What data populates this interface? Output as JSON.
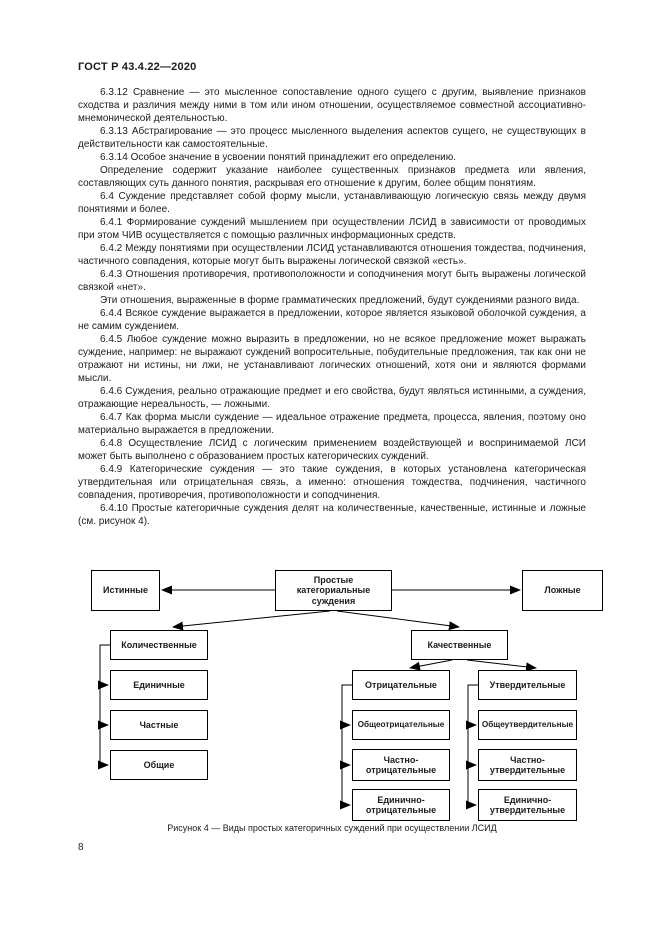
{
  "document": {
    "header": "ГОСТ Р 43.4.22—2020",
    "page_number": "8",
    "paragraphs": [
      "6.3.12 Сравнение — это мысленное сопоставление одного сущего с другим, выявление признаков сходства и различия между ними в том или ином отношении, осуществляемое совместной ассоциативно-мнемонической деятельностью.",
      "6.3.13 Абстрагирование — это процесс мысленного выделения аспектов сущего, не существующих в действительности как самостоятельные.",
      "6.3.14 Особое значение в усвоении понятий принадлежит его определению.",
      "Определение содержит указание наиболее существенных признаков предмета или явления, составляющих суть данного понятия, раскрывая его отношение к другим, более общим понятиям.",
      "6.4 Суждение представляет собой форму мысли, устанавливающую логическую связь между двумя понятиями и более.",
      "6.4.1 Формирование суждений мышлением при осуществлении ЛСИД в зависимости от проводимых при этом ЧИВ осуществляется с помощью различных информационных средств.",
      "6.4.2 Между понятиями при осуществлении ЛСИД устанавливаются отношения тождества, подчинения, частичного совпадения, которые могут быть выражены логической связкой «есть».",
      "6.4.3 Отношения противоречия, противоположности и соподчинения могут быть выражены логической связкой «нет».",
      "Эти отношения, выраженные в форме грамматических предложений, будут суждениями разного вида.",
      "6.4.4 Всякое суждение выражается в предложении, которое является языковой оболочкой суждения, а не самим суждением.",
      "6.4.5 Любое суждение можно выразить в предложении, но не всякое предложение может выражать суждение, например: не выражают суждений вопросительные, побудительные предложения, так как они не отражают ни истины, ни лжи, не устанавливают логических отношений, хотя они и являются формами мысли.",
      "6.4.6 Суждения, реально отражающие предмет и его свойства, будут являться истинными, а суждения, отражающие нереальность, — ложными.",
      "6.4.7 Как форма мысли суждение — идеальное отражение предмета, процесса, явления, поэтому оно материально выражается в предложении.",
      "6.4.8 Осуществление ЛСИД с логическим применением воздействующей и воспринимаемой ЛСИ может быть выполнено с образованием простых категорических суждений.",
      "6.4.9 Категорические суждения — это такие суждения, в которых установлена категорическая утвердительная или отрицательная связь, а именно: отношения тождества, подчинения, частичного совпадения, противоречия, противоположности и соподчинения.",
      "6.4.10 Простые категоричные суждения делят на количественные, качественные, истинные и ложные (см. рисунок 4)."
    ]
  },
  "figure": {
    "caption": "Рисунок 4 — Виды простых категоричных суждений при осуществлении ЛСИД",
    "nodes": {
      "istinnye": "Истинные",
      "prostye": "Простые категориальные суждения",
      "lozhnye": "Ложные",
      "kolichestvennye": "Количественные",
      "kachestvennye": "Качественные",
      "edinichnye": "Единичные",
      "chastnye": "Частные",
      "obshchie": "Общие",
      "otricatelnye": "Отрицательные",
      "obshcheotricatelnye": "Общеотрицательные",
      "chastno_otricatelnye": "Частно-отрицательные",
      "edinichno_otricatelnye": "Единично-отрицательные",
      "utverditelnye": "Утвердительные",
      "obshcheutverditelnye": "Общеутвердительные",
      "chastno_utverditelnye": "Частно-утвердительные",
      "edinichno_utverditelnye": "Единично-утвердительные"
    },
    "colors": {
      "line": "#000000",
      "box_border": "#000000",
      "text": "#1c1c1c"
    }
  }
}
